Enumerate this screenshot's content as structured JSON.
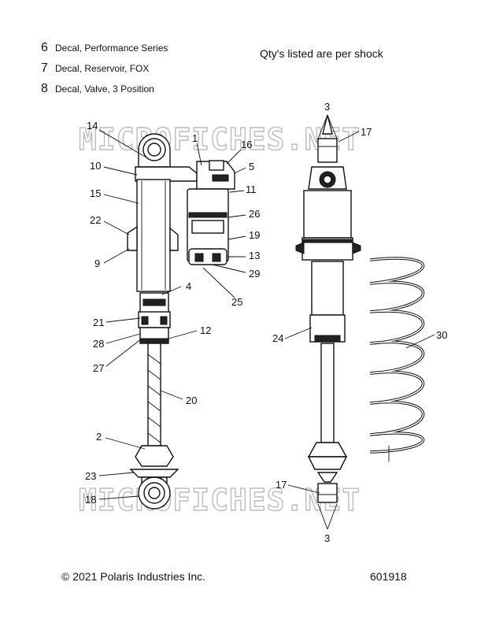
{
  "legend": [
    {
      "num": "6",
      "text": "Decal, Performance Series"
    },
    {
      "num": "7",
      "text": "Decal, Reservoir, FOX"
    },
    {
      "num": "8",
      "text": "Decal, Valve, 3 Position"
    }
  ],
  "note": "Qty's listed are per shock",
  "watermark": "MICROFICHES.NET",
  "callouts": {
    "c14": "14",
    "c1": "1",
    "c16": "16",
    "c5": "5",
    "c10": "10",
    "c11": "11",
    "c15": "15",
    "c26": "26",
    "c22": "22",
    "c19": "19",
    "c13": "13",
    "c9": "9",
    "c29": "29",
    "c25": "25",
    "c4": "4",
    "c21": "21",
    "c12": "12",
    "c28": "28",
    "c27": "27",
    "c20": "20",
    "c2": "2",
    "c23": "23",
    "c18": "18",
    "c3top": "3",
    "c17top": "17",
    "c24": "24",
    "c30": "30",
    "c17bot": "17",
    "c3bot": "3"
  },
  "footer": {
    "copyright": "© 2021 Polaris Industries Inc.",
    "doc_number": "601918"
  }
}
